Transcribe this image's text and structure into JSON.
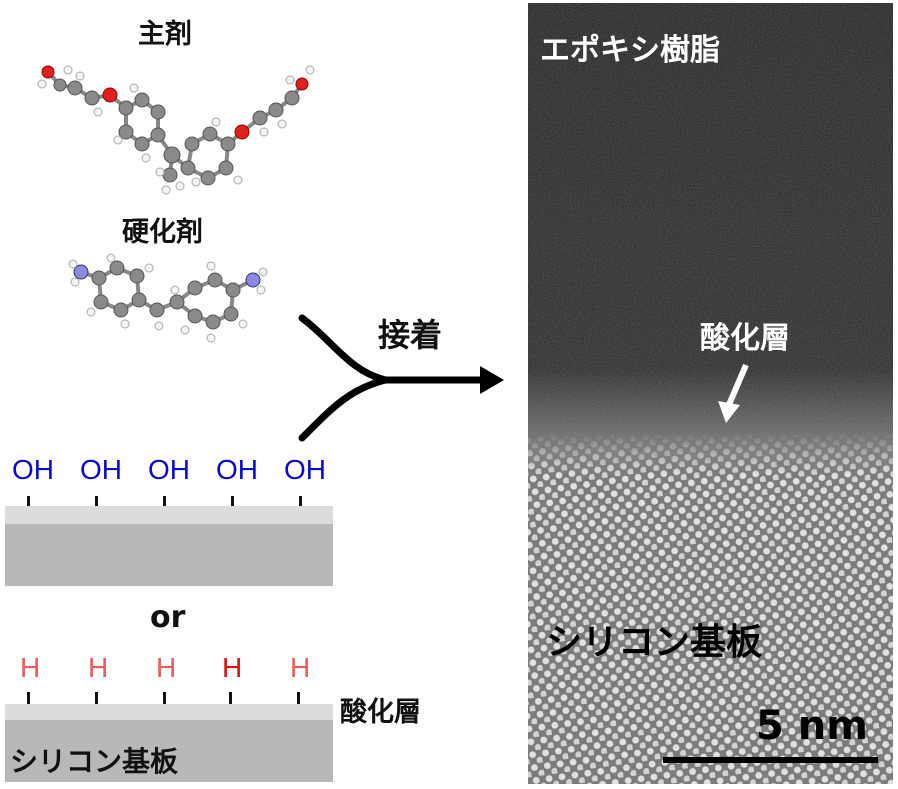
{
  "left_panel": {
    "main_agent_label": "主剤",
    "curing_agent_label": "硬化剤",
    "substrate_oh": {
      "groups": [
        "OH",
        "OH",
        "OH",
        "OH",
        "OH"
      ]
    },
    "or_label": "or",
    "substrate_h": {
      "groups": [
        "H",
        "H",
        "H",
        "H",
        "H"
      ],
      "oxide_label": "酸化層",
      "silicon_label": "シリコン基板"
    }
  },
  "arrow_label": "接着",
  "tem_image": {
    "epoxy_label": "エポキシ樹脂",
    "oxide_label": "酸化層",
    "silicon_label": "シリコン基板",
    "scale_bar_label": "5 nm"
  },
  "colors": {
    "oh": "#0a0ad0",
    "h": "#ef5a5a",
    "h_dark": "#e01010"
  }
}
